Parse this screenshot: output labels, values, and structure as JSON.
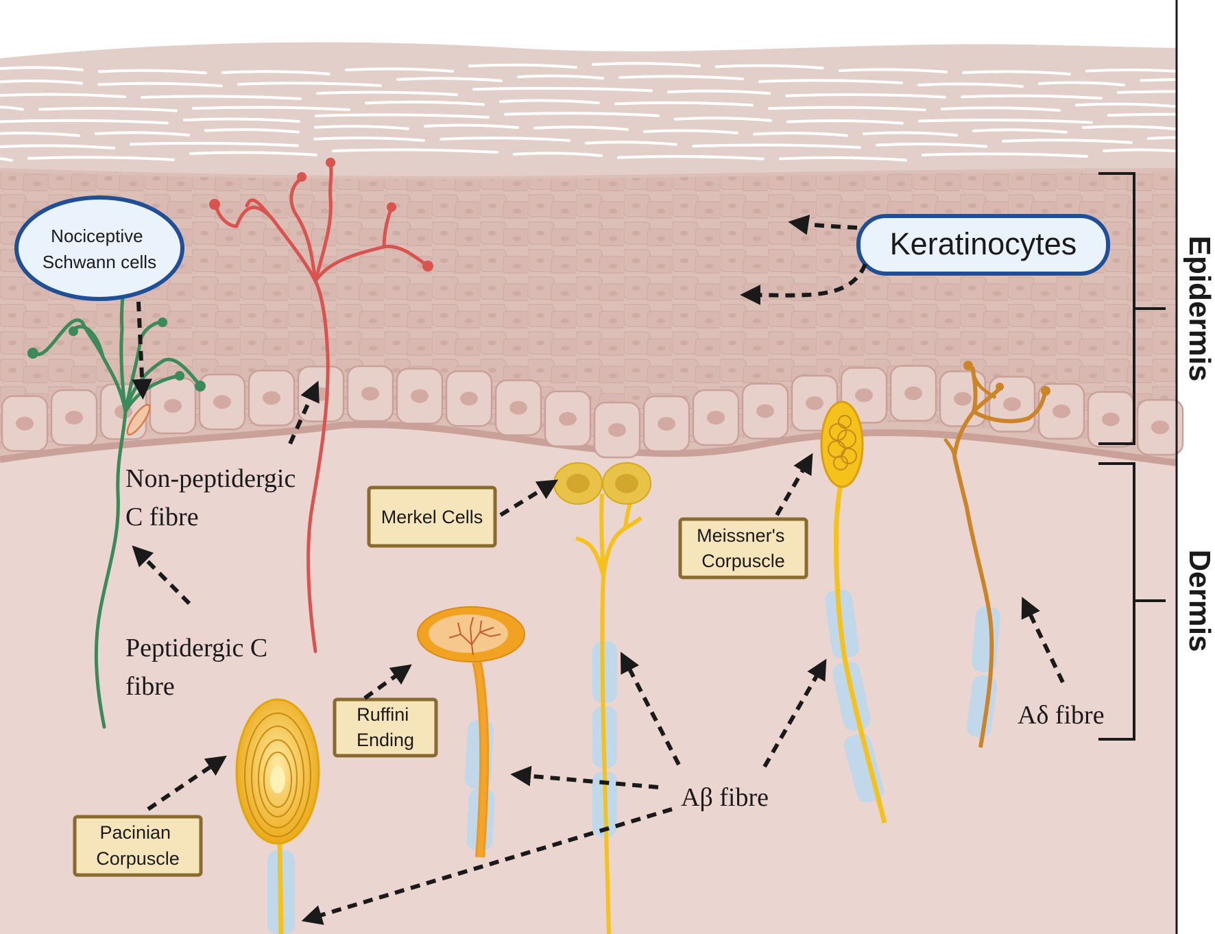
{
  "colors": {
    "stratum_corneum": "#e3cfc9",
    "epidermis": "#dcbfb7",
    "basal_cells": "#e7d0ca",
    "dermis": "#ead5d1",
    "c_fibre_non_peptidergic": "#3b8a5a",
    "c_fibre_peptidergic": "#d9544f",
    "a_beta_fibre": "#f5c21b",
    "a_delta_fibre": "#cc8428",
    "schwann_myelin": "#b9d9ee",
    "label_box_fill": "#f6e4bb",
    "label_box_border": "#8a6b2e",
    "ellipse_label_fill": "#eaf3fb",
    "ellipse_label_border": "#1f4f96",
    "bracket": "#1a1a1a"
  },
  "labels": {
    "nociceptive_schwann_cells": [
      "Nociceptive",
      "Schwann cells"
    ],
    "keratinocytes": "Keratinocytes",
    "non_peptidergic_c_fibre": [
      "Non-peptidergic",
      "C fibre"
    ],
    "peptidergic_c_fibre": [
      "Peptidergic C",
      "fibre"
    ],
    "merkel_cells": "Merkel Cells",
    "meissners_corpuscle": [
      "Meissner's",
      "Corpuscle"
    ],
    "ruffini_ending": [
      "Ruffini",
      "Ending"
    ],
    "pacinian_corpuscle": [
      "Pacinian",
      "Corpuscle"
    ],
    "a_beta_fibre": "Aβ fibre",
    "a_delta_fibre": "Aδ fibre",
    "epidermis": "Epidermis",
    "dermis": "Dermis"
  }
}
